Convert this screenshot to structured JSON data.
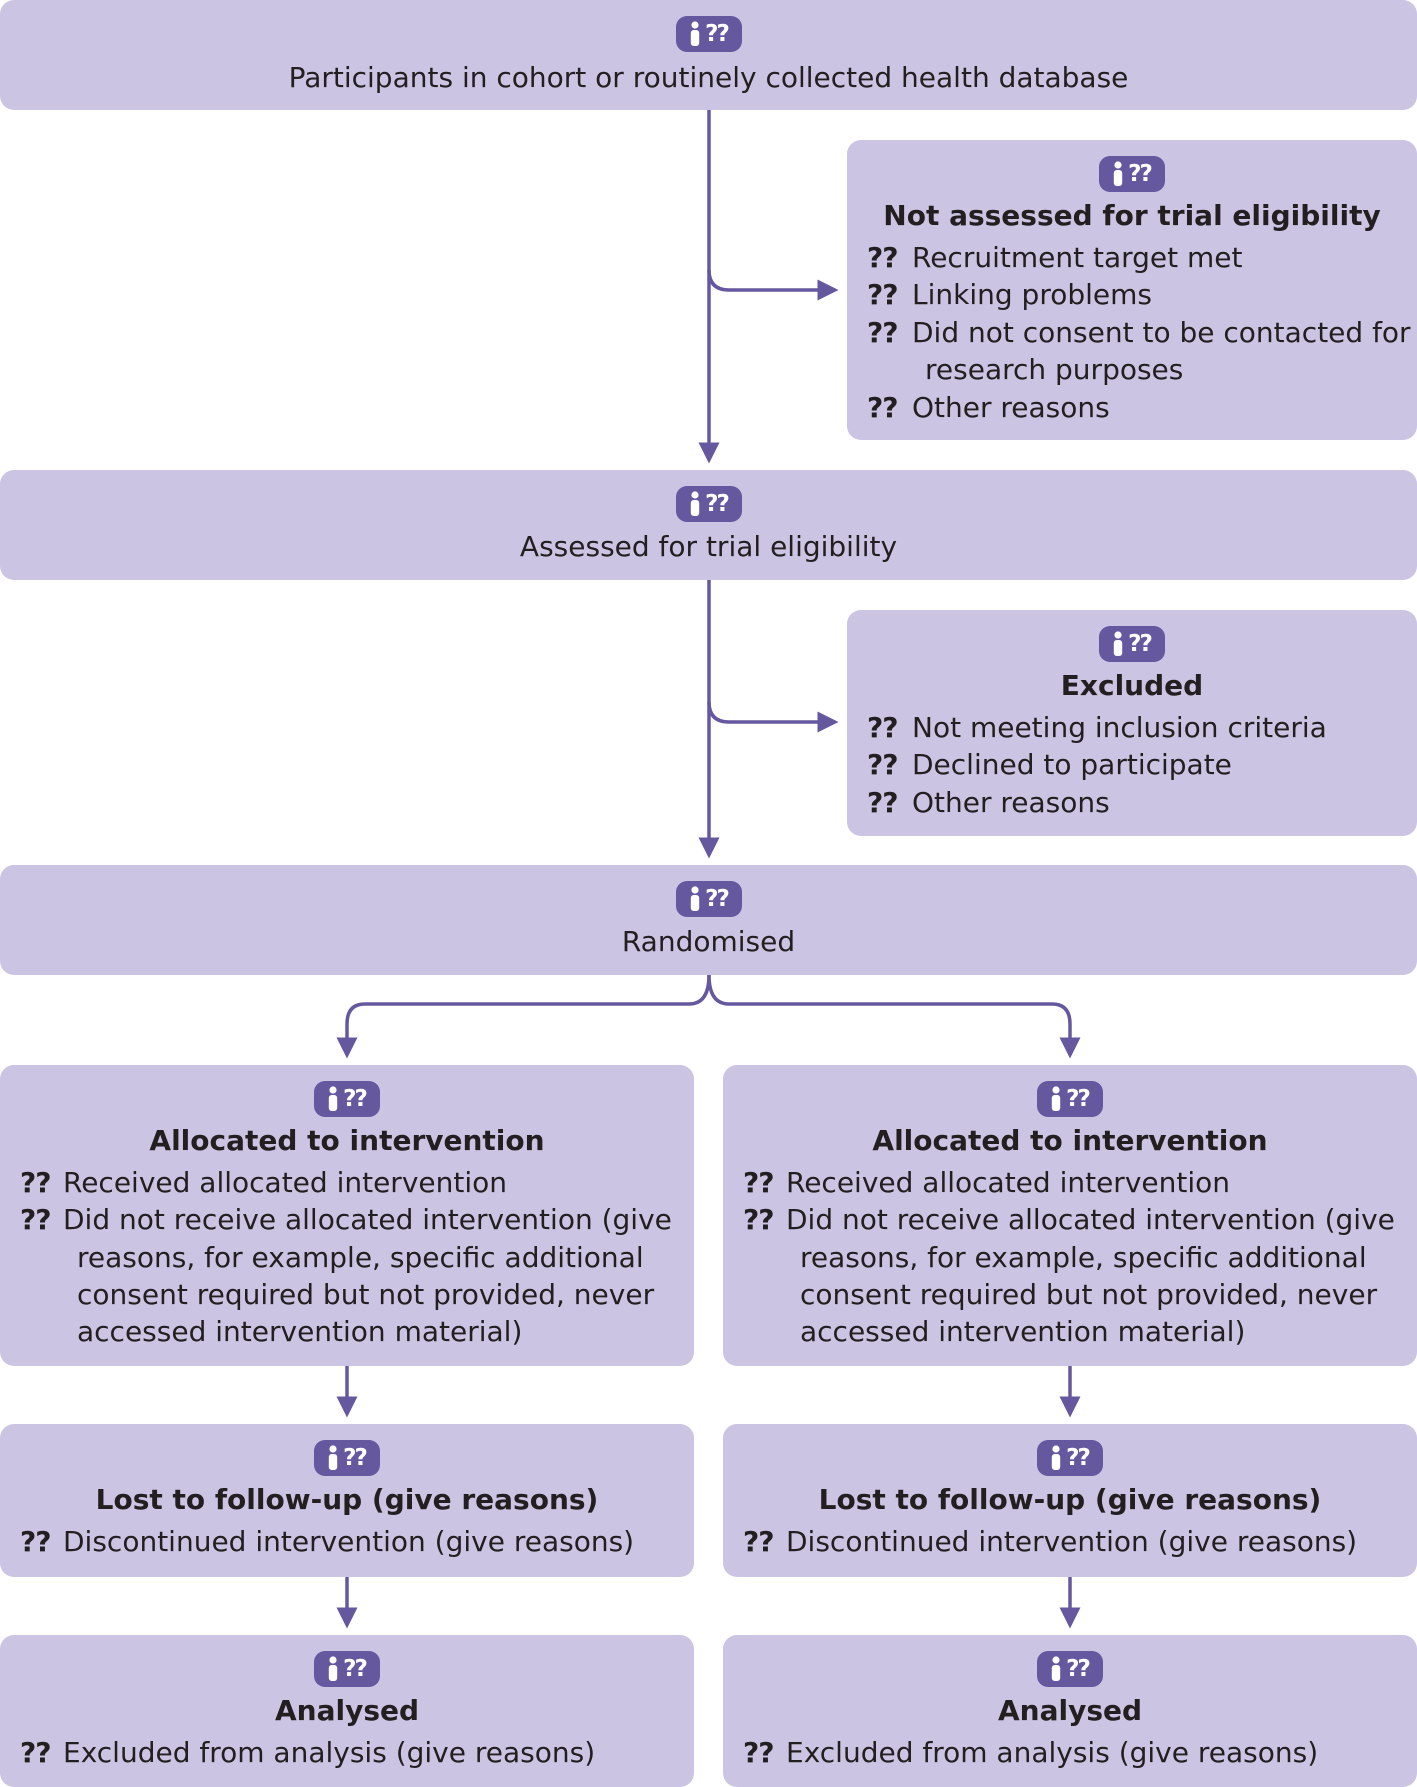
{
  "placeholder": "??",
  "boxes": {
    "participants": {
      "label": "Participants in cohort or routinely collected health database"
    },
    "not_assessed": {
      "title": "Not assessed for trial eligibility",
      "items": [
        "Recruitment target met",
        "Linking problems",
        "Did not consent to be contacted for",
        "Other reasons"
      ],
      "item_continuation": "research purposes"
    },
    "assessed": {
      "label": "Assessed for trial eligibility"
    },
    "excluded": {
      "title": "Excluded",
      "items": [
        "Not meeting inclusion criteria",
        "Declined to participate",
        "Other reasons"
      ]
    },
    "randomised": {
      "label": "Randomised"
    },
    "arms": [
      {
        "allocated": {
          "title": "Allocated to intervention",
          "received": "Received allocated intervention",
          "not_received": "Did not receive allocated intervention (give",
          "not_received_lines": [
            "reasons, for example, specific additional",
            "consent required but not provided, never",
            "accessed intervention material)"
          ]
        },
        "lost": {
          "title": "Lost to follow-up (give reasons)",
          "item": "Discontinued intervention (give reasons)"
        },
        "analysed": {
          "title": "Analysed",
          "item": "Excluded from analysis (give reasons)"
        }
      },
      {
        "allocated": {
          "title": "Allocated to intervention",
          "received": "Received allocated intervention",
          "not_received": "Did not receive allocated intervention (give",
          "not_received_lines": [
            "reasons, for example, specific additional",
            "consent required but not provided, never",
            "accessed intervention material)"
          ]
        },
        "lost": {
          "title": "Lost to follow-up (give reasons)",
          "item": "Discontinued intervention (give reasons)"
        },
        "analysed": {
          "title": "Analysed",
          "item": "Excluded from analysis (give reasons)"
        }
      }
    ]
  },
  "colors": {
    "box_fill": "#cbc4e2",
    "badge_fill": "#65589f",
    "connector": "#65589f",
    "text": "#231f20"
  }
}
